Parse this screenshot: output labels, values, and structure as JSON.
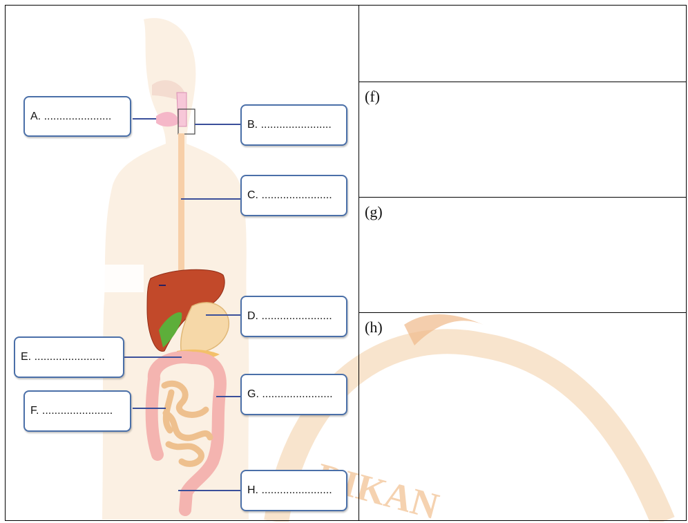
{
  "diagram": {
    "labels": [
      {
        "id": "A",
        "text": "A. ......................"
      },
      {
        "id": "B",
        "text": "B. ......................."
      },
      {
        "id": "C",
        "text": "C. ......................."
      },
      {
        "id": "D",
        "text": "D. ......................."
      },
      {
        "id": "E",
        "text": "E. ......................."
      },
      {
        "id": "F",
        "text": "F. ......................."
      },
      {
        "id": "G",
        "text": "G. ......................."
      },
      {
        "id": "H",
        "text": "H. ......................."
      }
    ]
  },
  "answers": {
    "row1": "",
    "row2": "(f)",
    "row3": "(g)",
    "row4": "(h)"
  },
  "watermark": {
    "text": "DIKAN",
    "color": "#f2c9a0"
  }
}
